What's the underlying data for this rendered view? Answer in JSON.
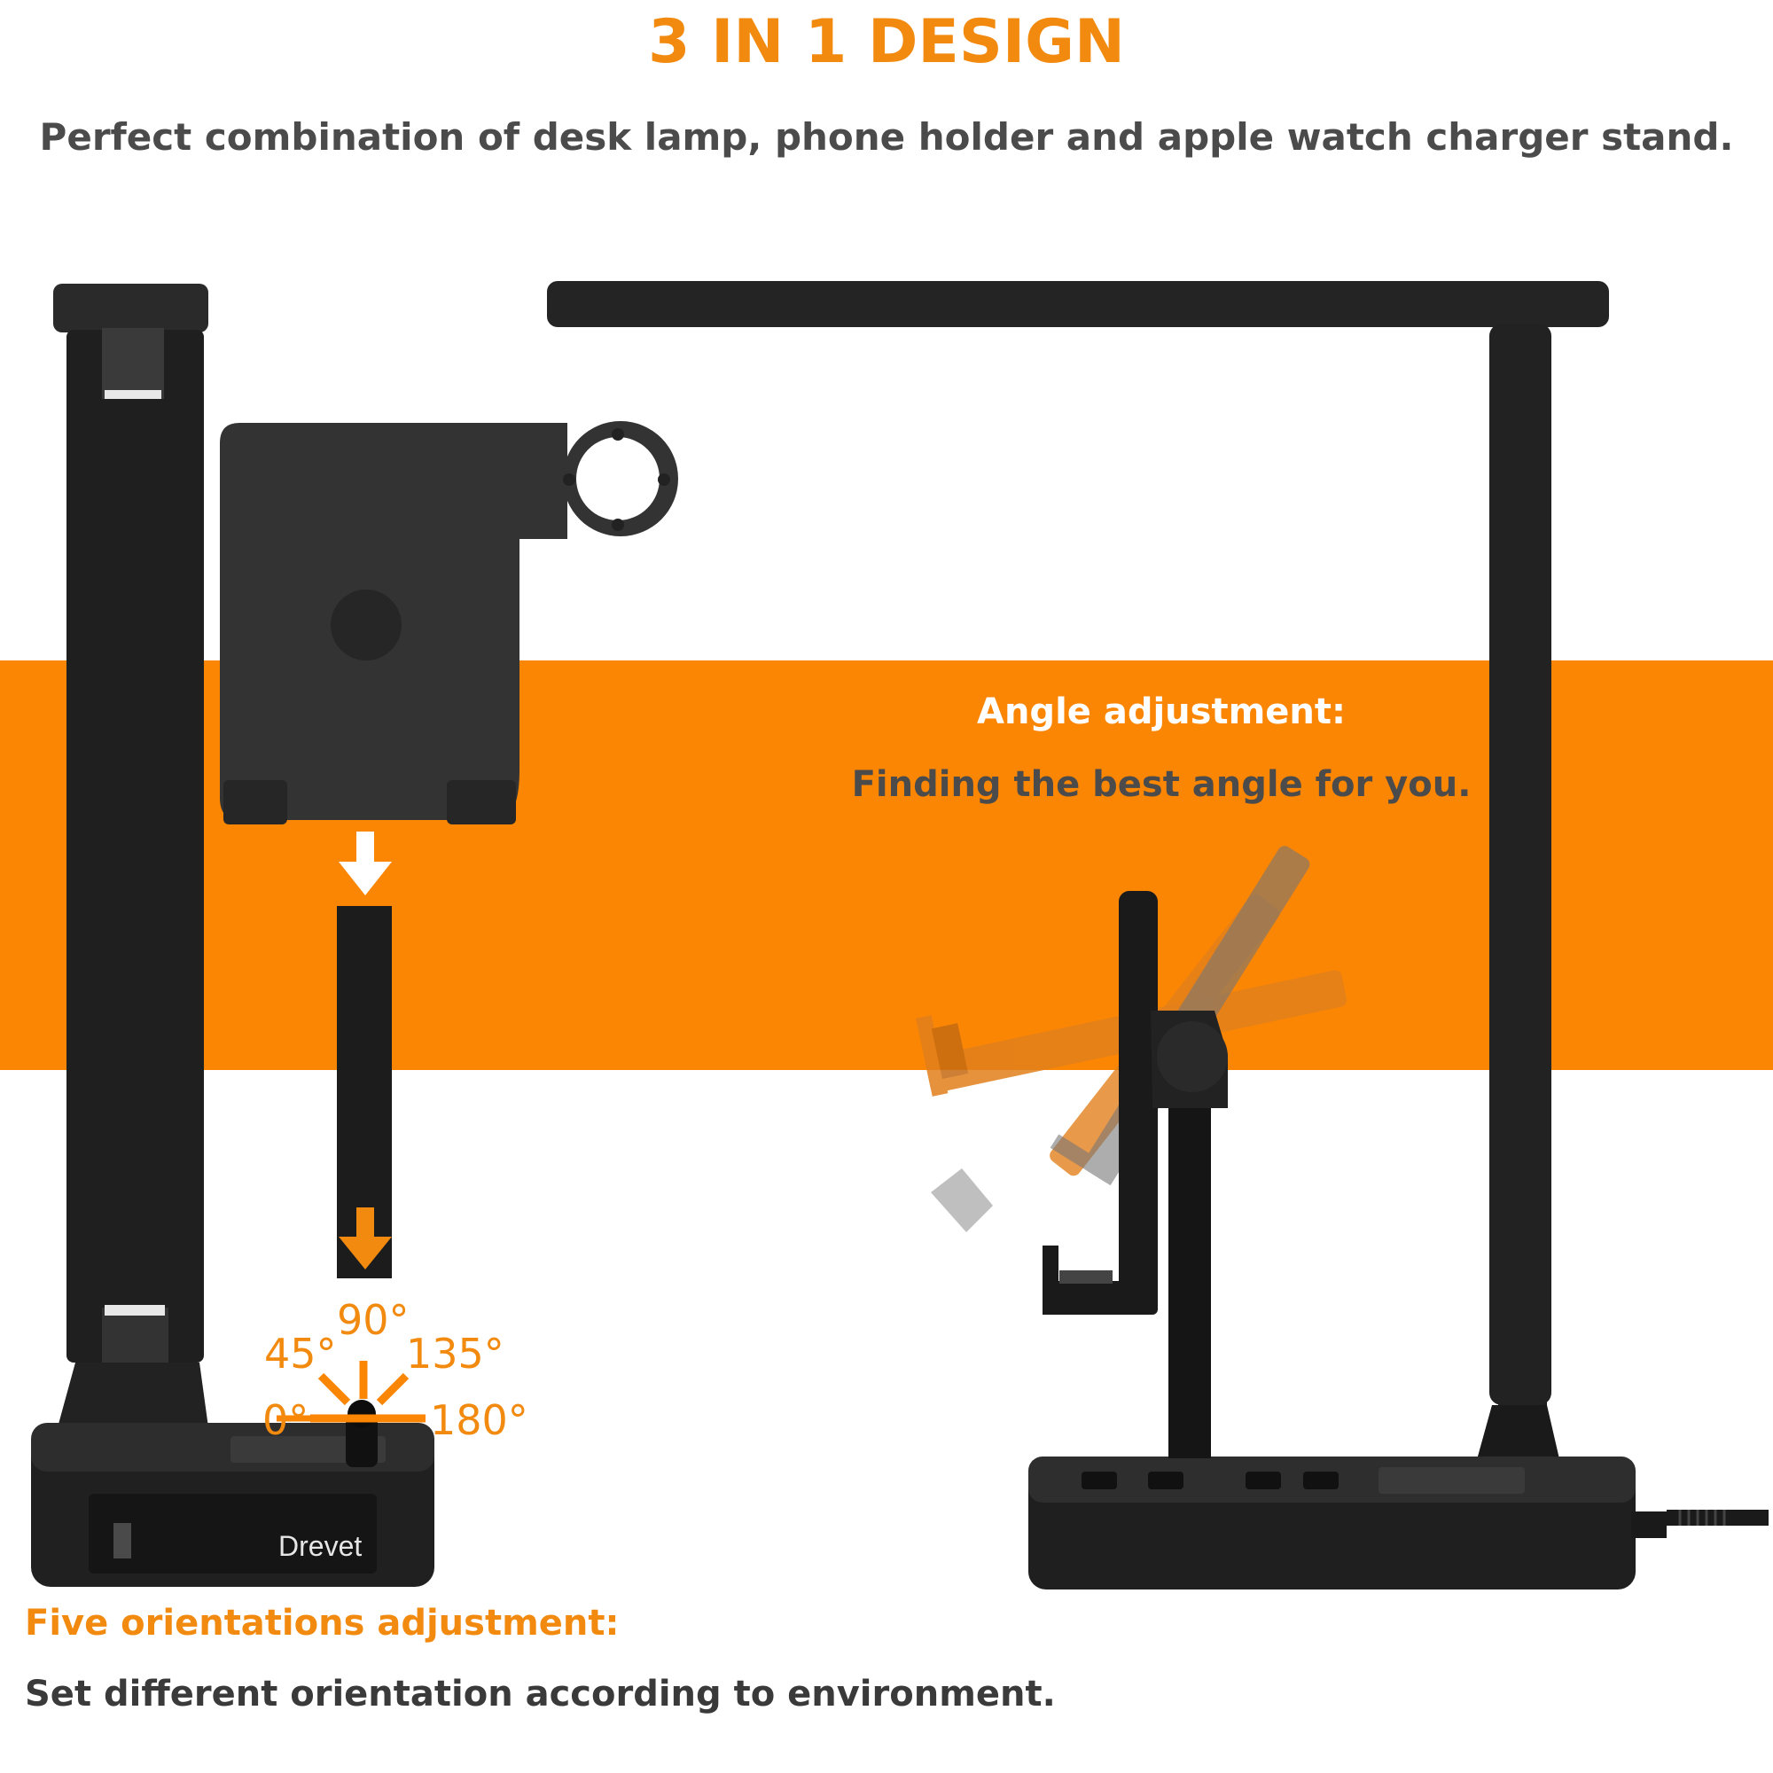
{
  "header": {
    "title": "3 IN 1 DESIGN",
    "subtitle": "Perfect combination of desk lamp, phone holder and apple watch charger stand."
  },
  "angle": {
    "title": "Angle adjustment:",
    "description": "Finding the best angle for you."
  },
  "orientation": {
    "title": "Five orientations adjustment:",
    "description": "Set different orientation according to environment.",
    "degrees": [
      "0°",
      "45°",
      "90°",
      "135°",
      "180°"
    ]
  },
  "product": {
    "brand": "Drevet"
  },
  "colors": {
    "accent": "#fb8604",
    "text_dark": "#4b4b4b",
    "device": "#2b2b2b"
  }
}
